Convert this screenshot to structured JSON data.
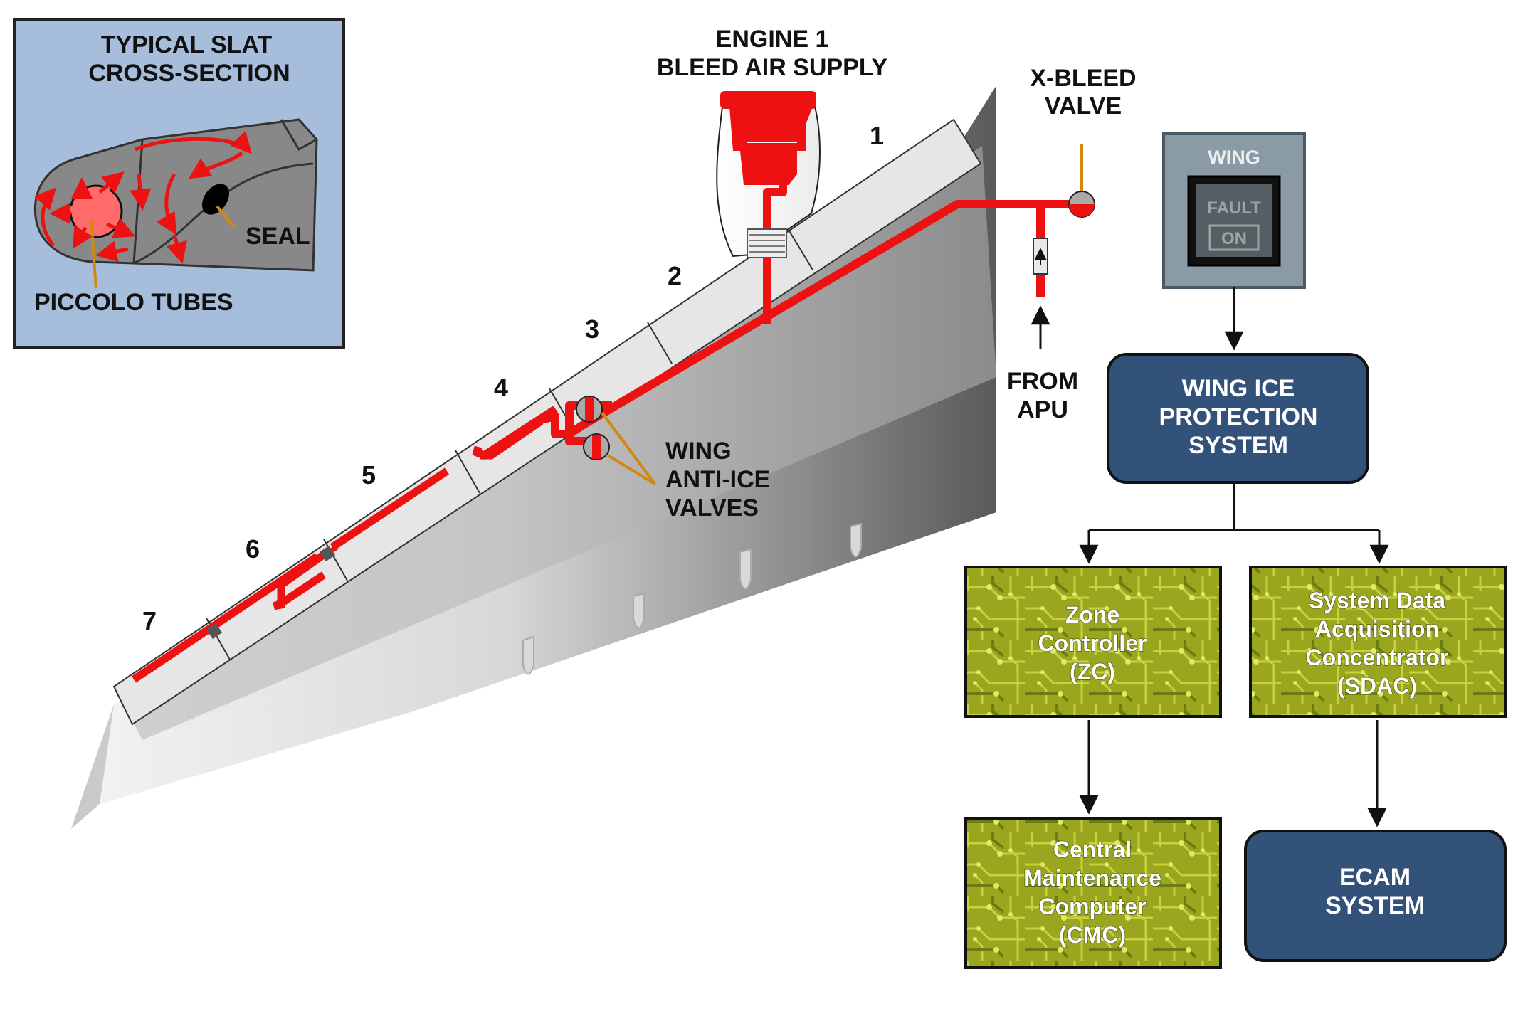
{
  "inset": {
    "title_line1": "TYPICAL SLAT",
    "title_line2": "CROSS-SECTION",
    "seal_label": "SEAL",
    "piccolo_label": "PICCOLO TUBES"
  },
  "labels": {
    "engine_line1": "ENGINE 1",
    "engine_line2": "BLEED AIR SUPPLY",
    "xbleed_line1": "X-BLEED",
    "xbleed_line2": "VALVE",
    "apu_line1": "FROM",
    "apu_line2": "APU",
    "valves_line1": "WING",
    "valves_line2": "ANTI-ICE",
    "valves_line3": "VALVES"
  },
  "slat_numbers": [
    "1",
    "2",
    "3",
    "4",
    "5",
    "6",
    "7"
  ],
  "switch": {
    "title": "WING",
    "fault": "FAULT",
    "on": "ON"
  },
  "boxes": {
    "wips": [
      "WING ICE",
      "PROTECTION",
      "SYSTEM"
    ],
    "zc": [
      "Zone",
      "Controller",
      "(ZC)"
    ],
    "sdac": [
      "System Data",
      "Acquisition",
      "Concentrator",
      "(SDAC)"
    ],
    "cmc": [
      "Central",
      "Maintenance",
      "Computer",
      "(CMC)"
    ],
    "ecam": [
      "ECAM",
      "SYSTEM"
    ]
  },
  "colors": {
    "duct": "#ee1111",
    "inset_bg": "#a6bedc",
    "box_blue": "#33527a",
    "pcb_green": "#9ca820",
    "switch_panel": "#8a9ba6"
  }
}
